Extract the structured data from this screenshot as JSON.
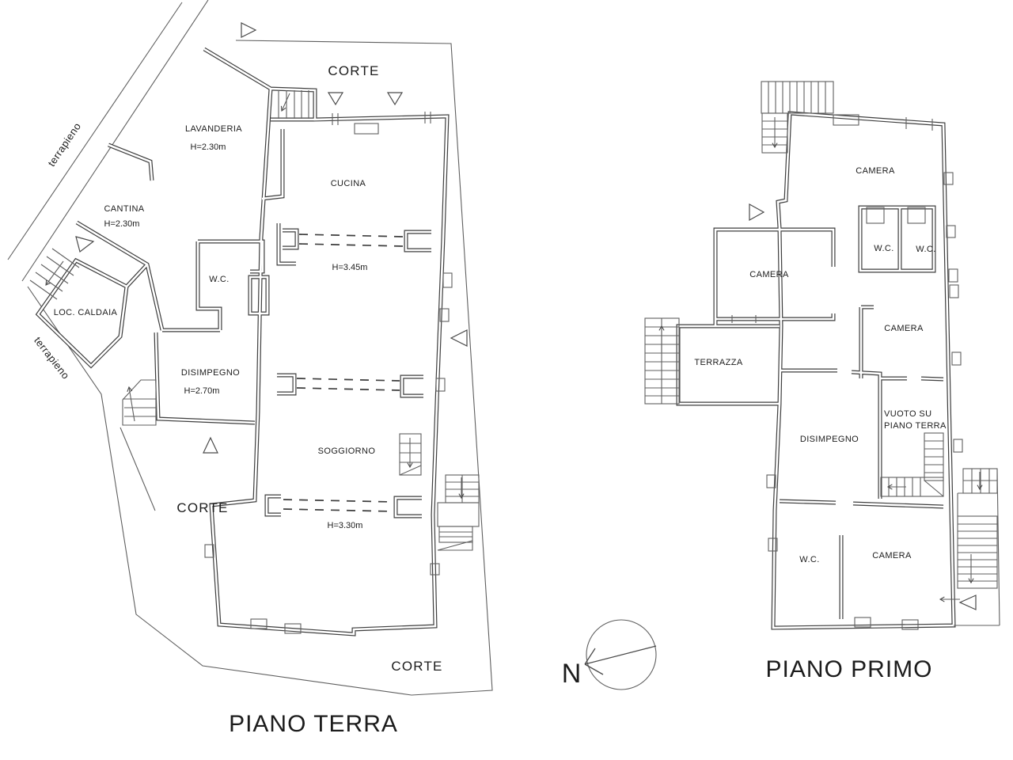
{
  "canvas": {
    "background": "#ffffff",
    "wall_color": "#3e3e3e",
    "line_color": "#5f5f5f",
    "text_color": "#1c1c1c"
  },
  "compass": {
    "north_label": "N"
  },
  "piano_terra": {
    "title": "PIANO TERRA",
    "corte_top": "CORTE",
    "corte_left": "CORTE",
    "corte_bottom": "CORTE",
    "terrapieno_upper": "terrapieno",
    "terrapieno_lower": "terrapieno",
    "lavanderia": "LAVANDERIA",
    "lavanderia_h": "H=2.30m",
    "cucina": "CUCINA",
    "cantina": "CANTINA",
    "cantina_h": "H=2.30m",
    "wc": "W.C.",
    "h_345": "H=3.45m",
    "loc_caldaia": "LOC. CALDAIA",
    "disimpegno": "DISIMPEGNO",
    "disimpegno_h": "H=2.70m",
    "soggiorno": "SOGGIORNO",
    "h_330": "H=3.30m"
  },
  "piano_primo": {
    "title": "PIANO PRIMO",
    "camera_north": "CAMERA",
    "wc_left": "W.C.",
    "wc_right": "W.C.",
    "camera_west": "CAMERA",
    "camera_east": "CAMERA",
    "terrazza": "TERRAZZA",
    "disimpegno": "DISIMPEGNO",
    "vuoto_line1": "VUOTO SU",
    "vuoto_line2": "PIANO TERRA",
    "wc_south": "W.C.",
    "camera_south": "CAMERA"
  }
}
